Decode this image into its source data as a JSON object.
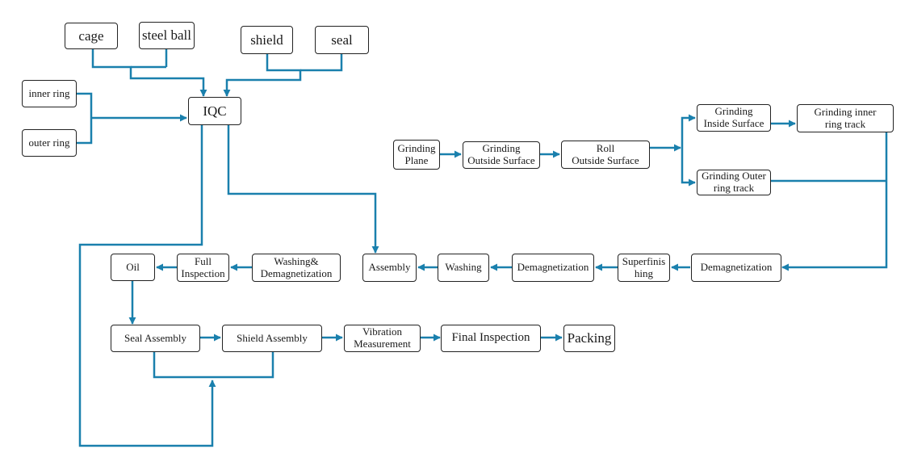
{
  "colors": {
    "arrow": "#1a80ad",
    "border": "#222222",
    "text": "#1a1a1a",
    "background": "#ffffff"
  },
  "nodes": {
    "cage": "cage",
    "steel_ball": "steel ball",
    "shield": "shield",
    "seal": "seal",
    "inner_ring": "inner ring",
    "outer_ring": "outer ring",
    "iqc": "IQC",
    "grinding_plane": "Grinding\nPlane",
    "grinding_outside_surface": "Grinding\nOutside Surface",
    "roll_outside_surface": "Roll\nOutside Surface",
    "grinding_inside_surface": "Grinding\nInside Surface",
    "grinding_inner_ring_track": "Grinding inner\nring track",
    "grinding_outer_ring_track": "Grinding Outer\nring track",
    "demagnetization_1": "Demagnetization",
    "superfinishing": "Superfinis\nhing",
    "demagnetization_2": "Demagnetization",
    "washing": "Washing",
    "assembly": "Assembly",
    "washing_demagnetization": "Washing&\nDemagnetization",
    "full_inspection": "Full\nInspection",
    "oil": "Oil",
    "seal_assembly": "Seal Assembly",
    "shield_assembly": "Shield Assembly",
    "vibration_measurement": "Vibration\nMeasurement",
    "final_inspection": "Final Inspection",
    "packing": "Packing"
  }
}
